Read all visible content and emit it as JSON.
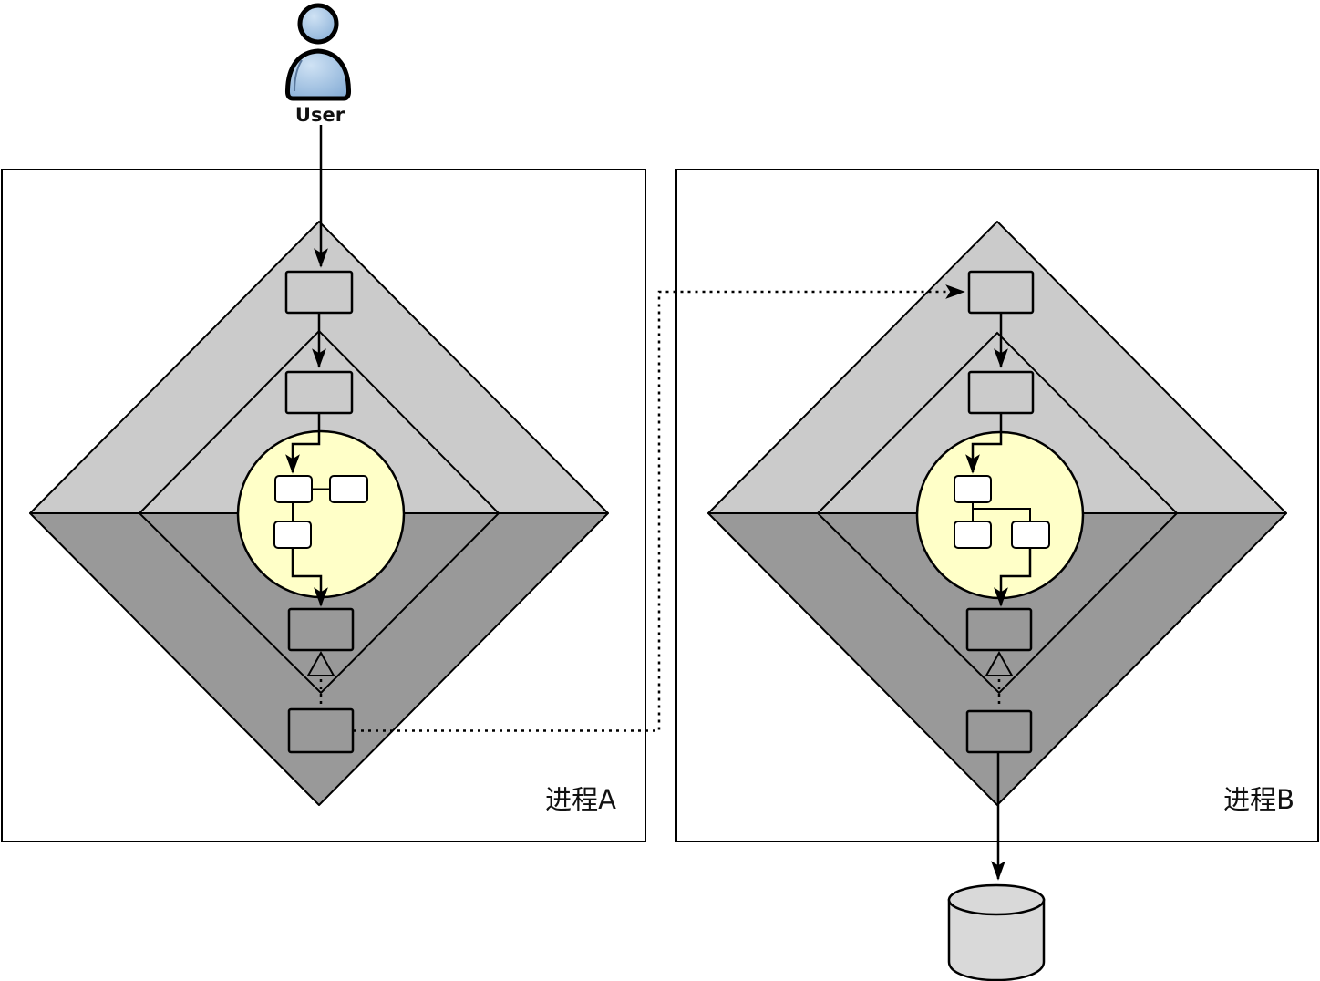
{
  "diagram": {
    "user": {
      "label": "User"
    },
    "process_a": {
      "label": "进程A"
    },
    "process_b": {
      "label": "进程B"
    }
  },
  "icons": {
    "user_icon": "person-silhouette",
    "database_icon": "cylinder",
    "extension_marker": "hollow-triangle"
  },
  "colors": {
    "outer_top": "#cbcbcb",
    "outer_bottom": "#999999",
    "circle_yellow": "#ffffc8",
    "sub_step_white": "#ffffff",
    "cylinder_fill": "#d9d9d9",
    "box_background": "#ffffff",
    "line": "#000000",
    "user_blue_light": "#cfe2f4",
    "user_blue_dark": "#7ca6d2"
  }
}
